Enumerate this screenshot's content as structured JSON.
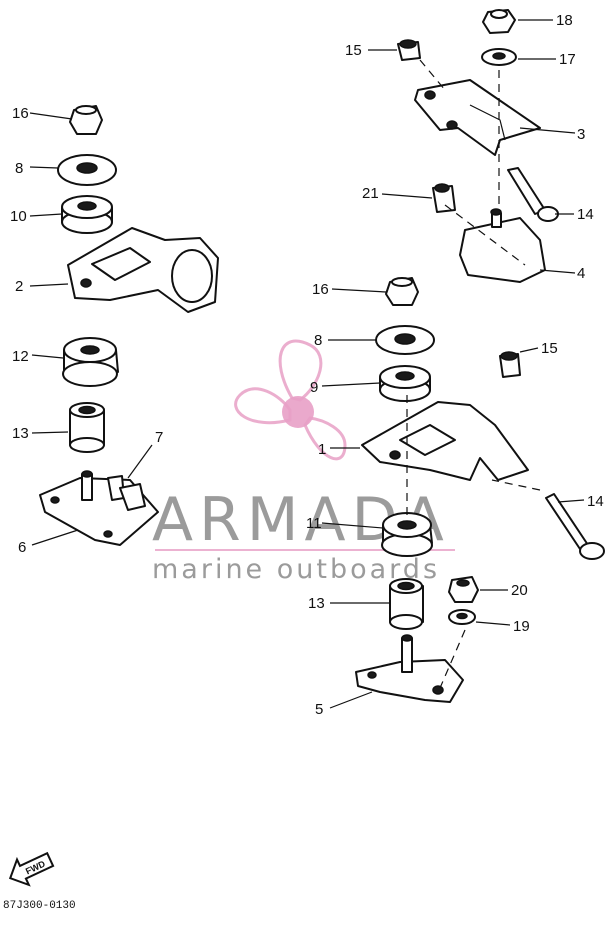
{
  "callouts": {
    "c18": "18",
    "c17": "17",
    "c15a": "15",
    "c3": "3",
    "c21": "21",
    "c14a": "14",
    "c4": "4",
    "c16a": "16",
    "c8a": "8",
    "c10": "10",
    "c2": "2",
    "c12": "12",
    "c13a": "13",
    "c7": "7",
    "c6": "6",
    "c16b": "16",
    "c8b": "8",
    "c9": "9",
    "c15b": "15",
    "c1": "1",
    "c14b": "14",
    "c11": "11",
    "c13b": "13",
    "c20": "20",
    "c19": "19",
    "c5": "5"
  },
  "watermark": {
    "brand": "ARMADA",
    "tagline": "marine outboards",
    "color": "#e8a0c6"
  },
  "fwd_label": "FWD",
  "diagram_ref": "87J300-0130"
}
